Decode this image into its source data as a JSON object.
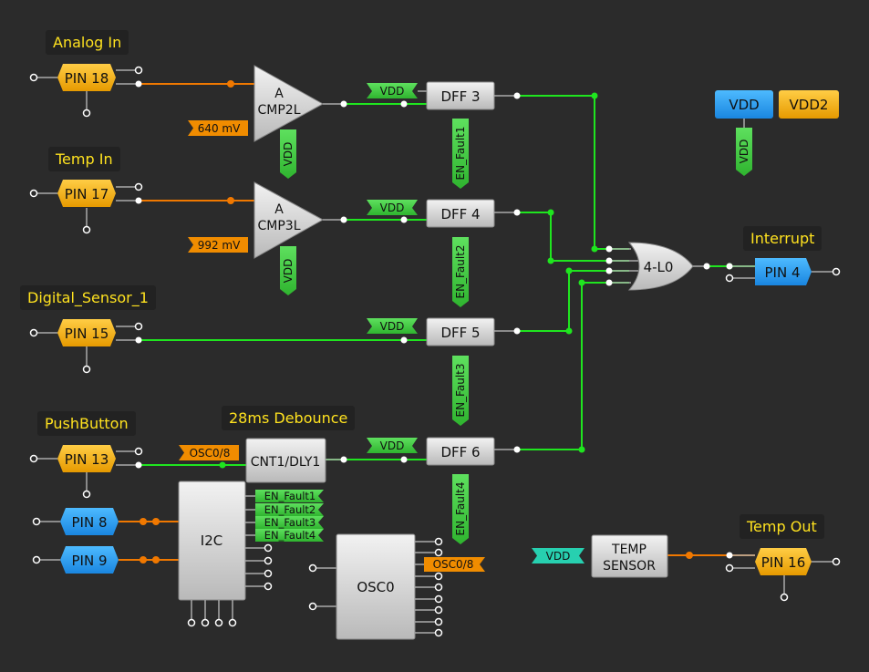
{
  "colors": {
    "background": "#2b2b2b",
    "wire_green": "#1fe51f",
    "wire_orange": "#f07800",
    "pin_yellow": "#f4b400",
    "pin_blue": "#2aa3f5",
    "vdd_green": "#3fcf3f",
    "vdd_teal": "#27d0b0",
    "label_text": "#ffe21f"
  },
  "labels": {
    "analog_in": "Analog In",
    "temp_in": "Temp In",
    "digital_sensor": "Digital_Sensor_1",
    "pushbutton": "PushButton",
    "debounce": "28ms Debounce",
    "interrupt": "Interrupt",
    "temp_out": "Temp Out"
  },
  "pins": {
    "pin18": "PIN 18",
    "pin17": "PIN 17",
    "pin15": "PIN 15",
    "pin13": "PIN 13",
    "pin8": "PIN 8",
    "pin9": "PIN 9",
    "pin4": "PIN 4",
    "pin16": "PIN 16"
  },
  "comparators": {
    "cmp2": {
      "line1": "A",
      "line2": "CMP2L",
      "vref": "640 mV"
    },
    "cmp3": {
      "line1": "A",
      "line2": "CMP3L",
      "vref": "992 mV"
    }
  },
  "vdd": {
    "label": "VDD"
  },
  "dffs": {
    "dff3": "DFF 3",
    "dff4": "DFF 4",
    "dff5": "DFF 5",
    "dff6": "DFF 6"
  },
  "en_faults": {
    "f1": "EN_Fault1",
    "f2": "EN_Fault2",
    "f3": "EN_Fault3",
    "f4": "EN_Fault4"
  },
  "gate": "4-L0",
  "cnt": "CNT1/DLY1",
  "osc_tag": "OSC0/8",
  "i2c": "I2C",
  "osc": "OSC0",
  "temp_sensor": {
    "line1": "TEMP",
    "line2": "SENSOR"
  },
  "buttons": {
    "vdd": "VDD",
    "vdd2": "VDD2"
  }
}
